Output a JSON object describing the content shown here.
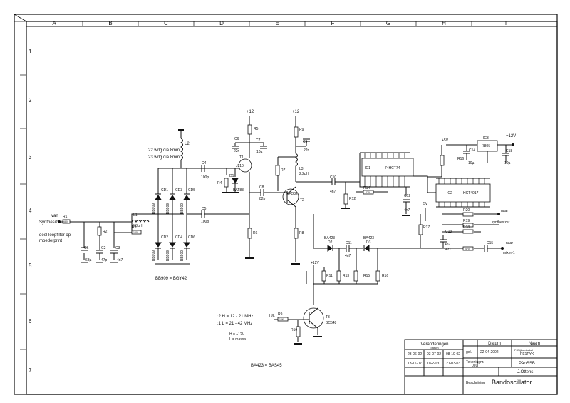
{
  "grid": {
    "columns": [
      "A",
      "B",
      "C",
      "D",
      "E",
      "F",
      "G",
      "H",
      "I"
    ],
    "rows": [
      "1",
      "2",
      "3",
      "4",
      "5",
      "6",
      "7"
    ]
  },
  "supplies": {
    "plus12_a": "+12",
    "plus12_b": "+12",
    "plus12_t3": "+12V",
    "plus12_right": "+12V",
    "plus5": "+5V",
    "fv": "5V"
  },
  "components": {
    "R1": "R1",
    "R1v": "680",
    "R2": "R2",
    "R3": "R3",
    "R3v": "100",
    "L1": "L1",
    "L1v": "6.8µH",
    "C1": "C1",
    "C1v": "68µ",
    "C2": "C2",
    "C2v": "47p",
    "C3": "C3",
    "C3v": "4n7",
    "L2": "L2",
    "L2_note1": "22 wdg dia 8mm",
    "L2_note2": "23 wdg dia 8mm",
    "C4": "C4",
    "C4v": "100p",
    "C5": "C5",
    "C5v": "100p",
    "CD1": "CD1",
    "CD2": "CD2",
    "CD3": "CD3",
    "CD4": "CD4",
    "CD5": "CD5",
    "CD6": "CD6",
    "diode_type": "BB909",
    "bb_note": "BB909 = BGY42",
    "R4": "R4",
    "R5": "R5",
    "R6": "R6",
    "C6": "C6",
    "C6v": "22n",
    "C7": "C7",
    "C7v": "10µ",
    "T1": "T1",
    "T1v": "J310",
    "D1": "D1",
    "D1v": "BAT83",
    "C8": "C8",
    "C8v": "82p",
    "R7": "R7",
    "R8": "R8",
    "C9": "C9",
    "C9v": "22n",
    "L3": "L3",
    "L3v": "2,2µH",
    "T2": "T2",
    "T2v": "BFQ32",
    "C10": "C10",
    "C10v": "4n7",
    "R12": "R12",
    "R14": "R14",
    "R14v": "470",
    "IC1": "IC1",
    "IC1v": "74HCT74",
    "C12": "C12",
    "C12v": "4n7",
    "IC3": "IC3",
    "IC3v": "7805",
    "C14": "C14",
    "C14v": "10µ",
    "C18": "C18",
    "C18v": "10µ",
    "R16": "R16",
    "IC2": "IC2",
    "IC2v": "HCT4017",
    "R20": "R20",
    "R19": "R19",
    "R18": "R18",
    "C13": "C13",
    "C13v": "4n7",
    "R21": "R21",
    "R21v": "470",
    "C15": "C15",
    "R17": "R17",
    "D2": "D2",
    "D3": "D3",
    "D23v": "BA423",
    "C11": "C11",
    "C11v": "4n7",
    "R11": "R11",
    "R13": "R13",
    "R15": "R15",
    "R16b": "R16",
    "R9": "R9",
    "R9v": "10K",
    "R10": "R10",
    "T3": "T3",
    "T3v": "BC548",
    "HL": "H/L",
    "ba_note": "BA423 = BAS45"
  },
  "labels": {
    "van": "van",
    "synth_in": "Synthesizer",
    "filter1": "deel loopfilter op",
    "filter2": "moederprint",
    "naar1": "naar",
    "synth_out": "synthesizer",
    "naar2": "naar",
    "mixer": "mixer-1"
  },
  "range_note": {
    "line1": ":2    H = 12 - 21 MHz",
    "line2": ":1    L = 21 - 42 MHz",
    "line3": "H = +12V",
    "line4": "L = massa"
  },
  "title_block": {
    "changes_header": "Veranderingen",
    "changes_sub": "datum",
    "dates": [
      "23-06-02",
      "03-07-02",
      "08-10-02",
      "13-11-02",
      "10-2-03",
      "21-03-03"
    ],
    "datum_h": "Datum",
    "naam_h": "Naam",
    "gel_label": "gel.",
    "gel_date": "22-04-2002",
    "gel_name1": "F. Dijkswinckel",
    "gel_name2": "PE1PYK",
    "tek_label": "Tekeningnr.",
    "tek_num": "001",
    "project": "PAoSSB",
    "author": "J.Ottens",
    "desc_label": "Beschrijving",
    "description": "Bandoscillator"
  }
}
